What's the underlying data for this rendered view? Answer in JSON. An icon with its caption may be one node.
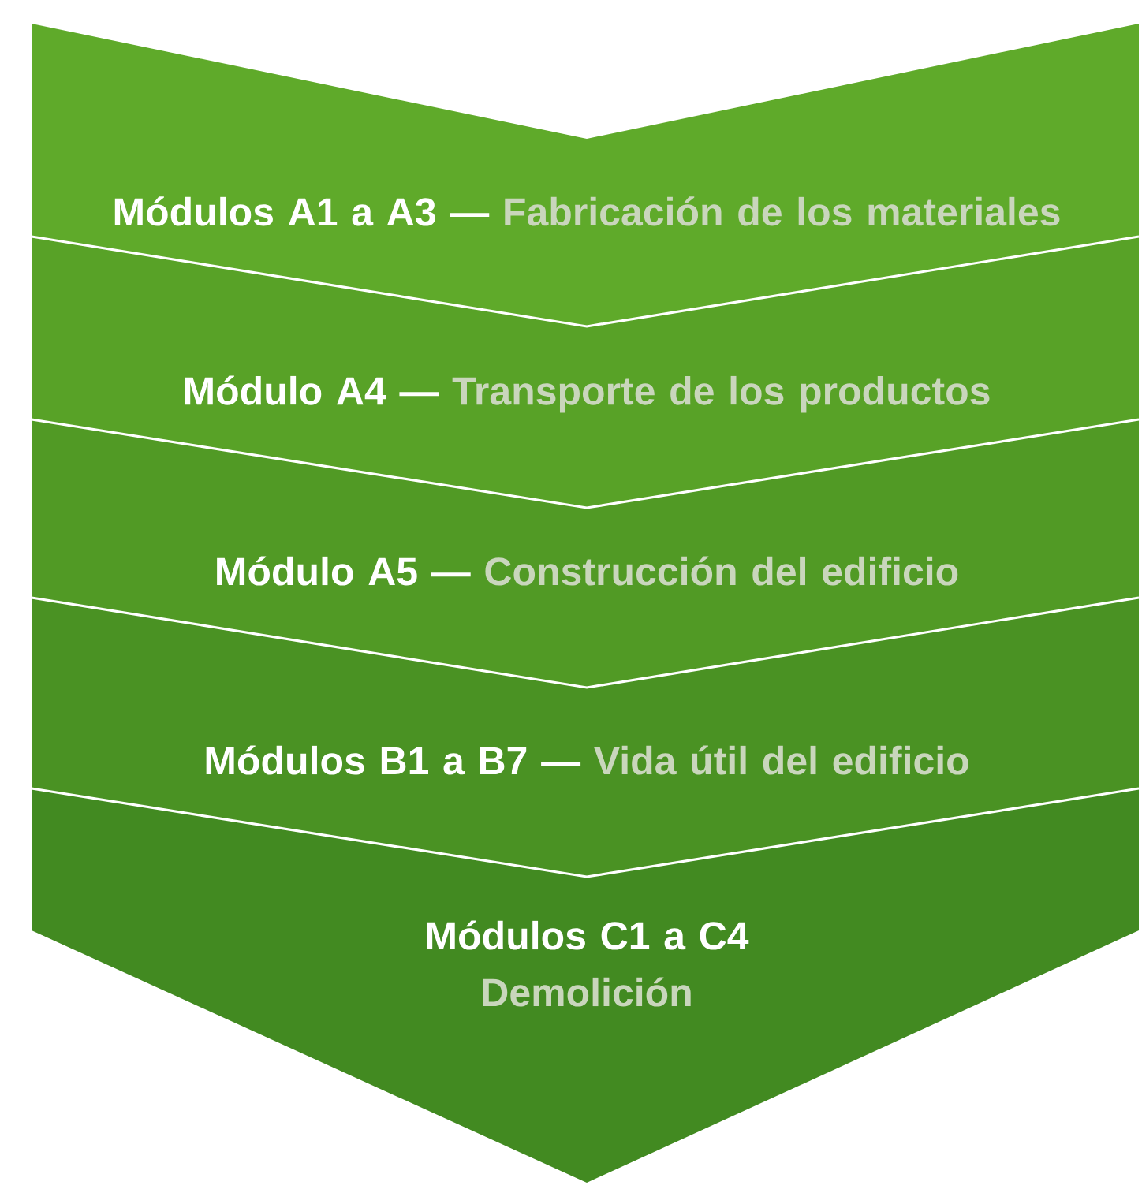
{
  "diagram": {
    "nodes": [
      {
        "text": [
          "Módulos A1 a A3 —",
          "Fabricación de los materiales"
        ]
      },
      {
        "text": [
          "Módulo A4 —",
          "Transporte de los productos"
        ]
      },
      {
        "text": [
          "Módulo A5 —",
          "Construcción del edificio"
        ]
      },
      {
        "text": [
          "Módulos B1 a B7 —",
          "Vida útil del edificio"
        ]
      },
      {
        "text": [
          "Módulos C1 a C4",
          "Demolición"
        ]
      }
    ]
  }
}
